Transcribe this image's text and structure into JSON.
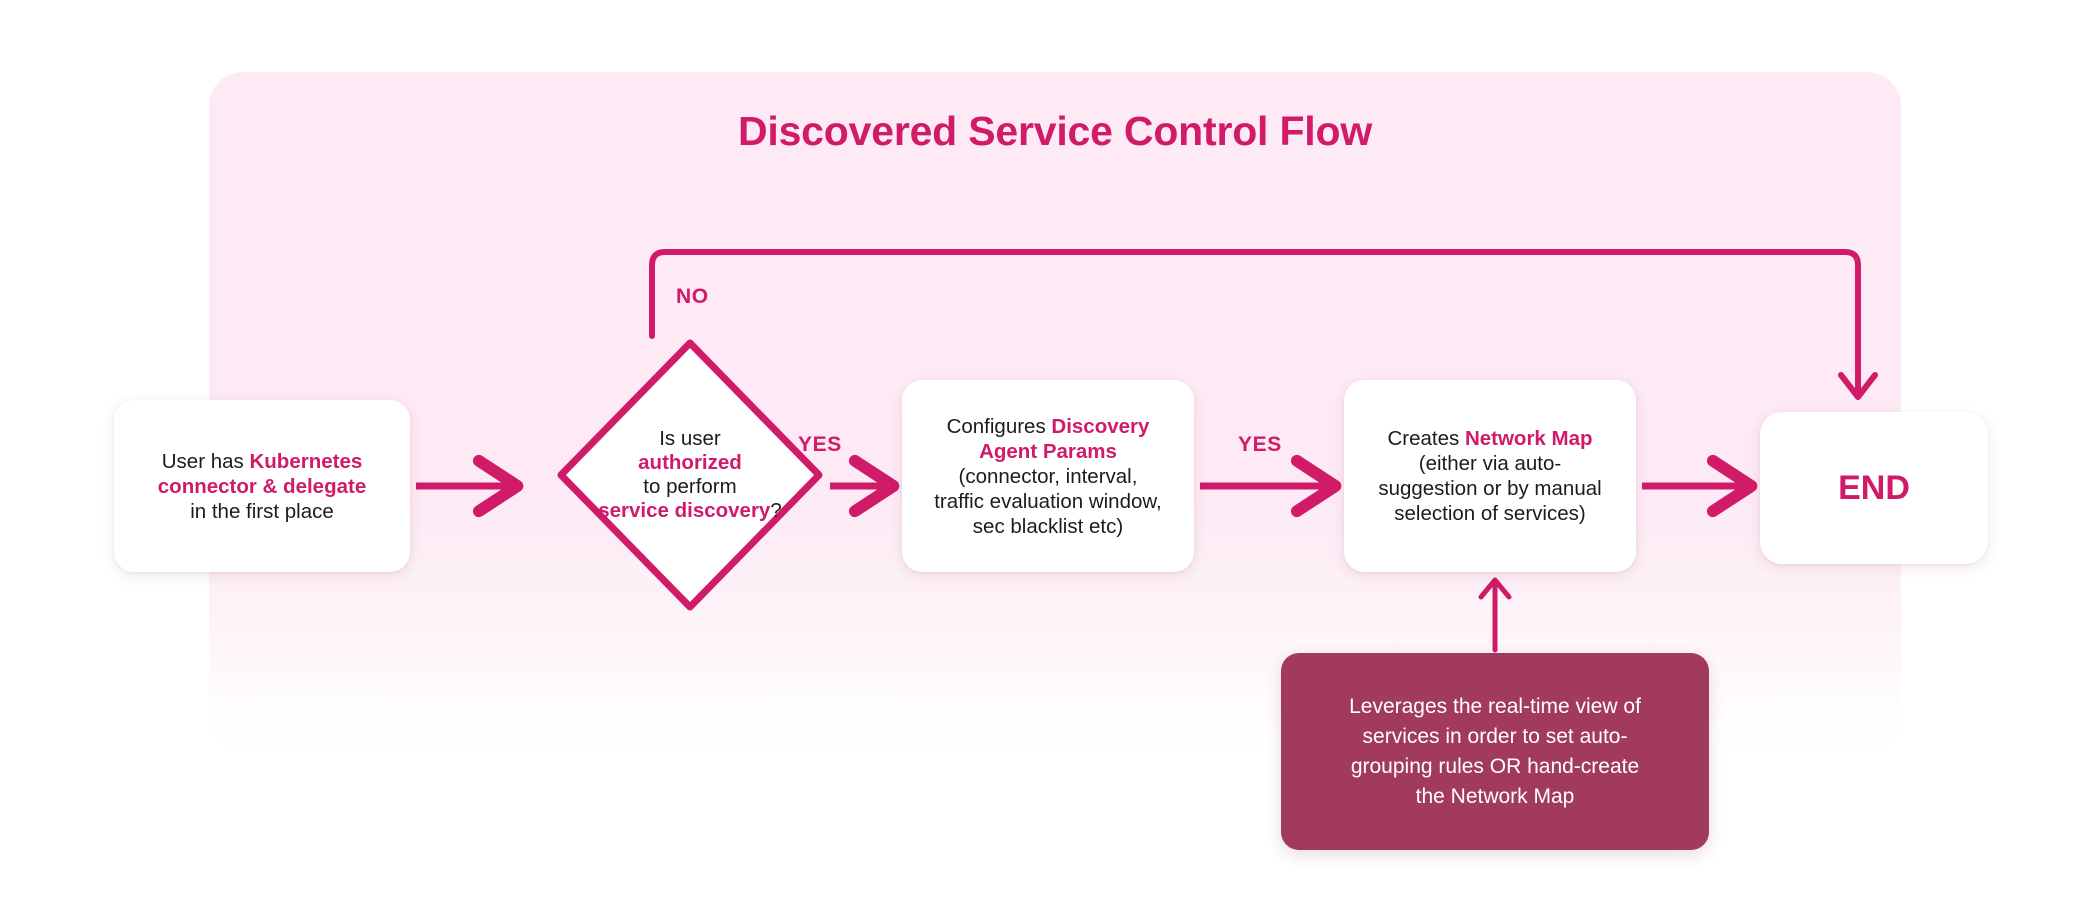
{
  "diagram": {
    "title": "Discovered Service Control Flow",
    "accent_color": "#d01b69",
    "panel_color": "#fdeaf4",
    "note_color": "#a23a5e",
    "text_color": "#1c1c1c"
  },
  "nodes": {
    "start": {
      "name": "start",
      "shape": "rounded-rect",
      "lines": [
        [
          {
            "t": "User has ",
            "hl": false
          },
          {
            "t": "Kubernetes",
            "hl": true
          }
        ],
        [
          {
            "t": "connector & delegate",
            "hl": true
          }
        ],
        [
          {
            "t": "in the first place",
            "hl": false
          }
        ]
      ],
      "plain_text": "User has Kubernetes connector & delegate in the first place"
    },
    "decision": {
      "name": "decision",
      "shape": "diamond",
      "lines": [
        [
          {
            "t": "Is user",
            "hl": false
          }
        ],
        [
          {
            "t": "authorized",
            "hl": true
          }
        ],
        [
          {
            "t": "to perform",
            "hl": false
          }
        ],
        [
          {
            "t": "service discovery",
            "hl": true
          },
          {
            "t": "?",
            "hl": false
          }
        ]
      ],
      "plain_text": "Is user authorized to perform service discovery?"
    },
    "config": {
      "name": "configure-discovery-agent-params",
      "shape": "rounded-rect",
      "lines": [
        [
          {
            "t": "Configures ",
            "hl": false
          },
          {
            "t": "Discovery",
            "hl": true
          }
        ],
        [
          {
            "t": "Agent Params",
            "hl": true
          }
        ],
        [
          {
            "t": "(connector, interval,",
            "hl": false
          }
        ],
        [
          {
            "t": "traffic evaluation window,",
            "hl": false
          }
        ],
        [
          {
            "t": "sec blacklist etc)",
            "hl": false
          }
        ]
      ],
      "plain_text": "Configures Discovery Agent Params (connector, interval, traffic evaluation window, sec blacklist etc)"
    },
    "map": {
      "name": "create-network-map",
      "shape": "rounded-rect",
      "lines": [
        [
          {
            "t": "Creates ",
            "hl": false
          },
          {
            "t": "Network Map",
            "hl": true
          }
        ],
        [
          {
            "t": "(either via auto-",
            "hl": false
          }
        ],
        [
          {
            "t": "suggestion or by manual",
            "hl": false
          }
        ],
        [
          {
            "t": "selection of services)",
            "hl": false
          }
        ]
      ],
      "plain_text": "Creates Network Map (either via auto-suggestion or by manual selection of services)"
    },
    "end": {
      "name": "end",
      "shape": "rounded-rect",
      "label": "END"
    },
    "note": {
      "name": "network-map-note",
      "shape": "rounded-rect-filled",
      "lines": [
        [
          {
            "t": "Leverages the real-time view of",
            "hl": false
          }
        ],
        [
          {
            "t": "services in order to set auto-",
            "hl": false
          }
        ],
        [
          {
            "t": "grouping rules OR hand-create",
            "hl": false
          }
        ],
        [
          {
            "t": "the Network Map",
            "hl": false
          }
        ]
      ],
      "plain_text": "Leverages the real-time view of services in order to set auto-grouping rules OR hand-create the Network Map"
    }
  },
  "edges": {
    "start_to_decision": {
      "label": ""
    },
    "decision_no": {
      "label": "NO",
      "from": "decision",
      "to": "end"
    },
    "decision_yes": {
      "label": "YES",
      "from": "decision",
      "to": "config"
    },
    "config_to_map": {
      "label": "YES",
      "from": "config",
      "to": "map"
    },
    "map_to_end": {
      "label": ""
    },
    "note_to_map": {
      "label": ""
    }
  }
}
